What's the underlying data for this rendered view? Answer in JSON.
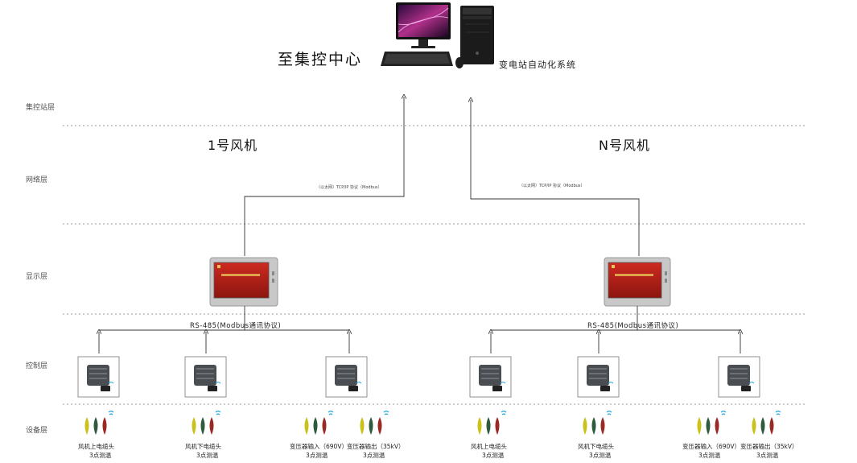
{
  "layers": [
    {
      "key": "station",
      "label": "集控站层"
    },
    {
      "key": "network",
      "label": "网络层"
    },
    {
      "key": "display",
      "label": "显示层"
    },
    {
      "key": "control",
      "label": "控制层"
    },
    {
      "key": "device",
      "label": "设备层"
    }
  ],
  "center": {
    "title": "至集控中心",
    "system": "变电站自动化系统"
  },
  "fans": [
    {
      "title": "1号风机",
      "protocol": "（以太网）TCP/IP 协议（Modbus）",
      "bus": "RS-485(Modbus通讯协议)",
      "devices": [
        {
          "label": "风机上电缆头",
          "sub": "3点测温"
        },
        {
          "label": "风机下电缆头",
          "sub": "3点测温"
        },
        {
          "label": "变压器输入（690V）",
          "sub": "3点测温"
        },
        {
          "label": "变压器输出（35kV）",
          "sub": "3点测温"
        }
      ]
    },
    {
      "title": "N号风机",
      "protocol": "（以太网）TCP/IP 协议（Modbus）",
      "bus": "RS-485(Modbus通讯协议)",
      "devices": [
        {
          "label": "风机上电缆头",
          "sub": "3点测温"
        },
        {
          "label": "风机下电缆头",
          "sub": "3点测温"
        },
        {
          "label": "变压器输入（690V）",
          "sub": "3点测温"
        },
        {
          "label": "变压器输出（35kV）",
          "sub": "3点测温"
        }
      ]
    }
  ],
  "colors": {
    "sensor_yellow": "#c8c21a",
    "sensor_green": "#2f5a3c",
    "sensor_red": "#9b2a25",
    "wireless_blue": "#23a7e0",
    "panel_red": "#b3221b"
  }
}
